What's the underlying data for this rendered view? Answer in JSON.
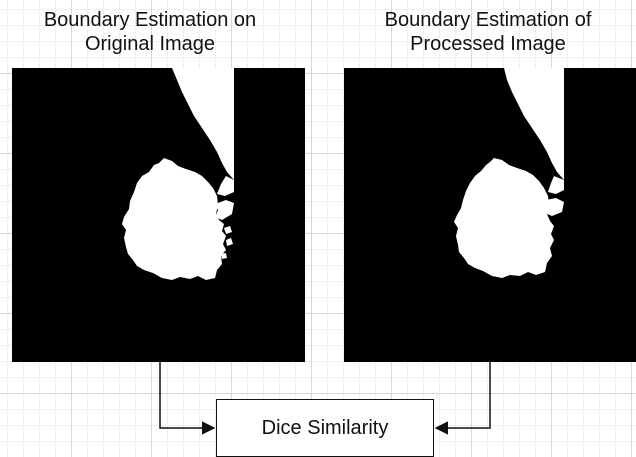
{
  "left_panel": {
    "title_line1": "Boundary Estimation on",
    "title_line2": "Original Image"
  },
  "right_panel": {
    "title_line1": "Boundary Estimation of",
    "title_line2": "Processed Image"
  },
  "output_box": {
    "label": "Dice Similarity"
  },
  "colors": {
    "mask_background": "#000000",
    "mask_foreground": "#ffffff",
    "grid": "#d8d8d8",
    "arrow": "#111111"
  }
}
